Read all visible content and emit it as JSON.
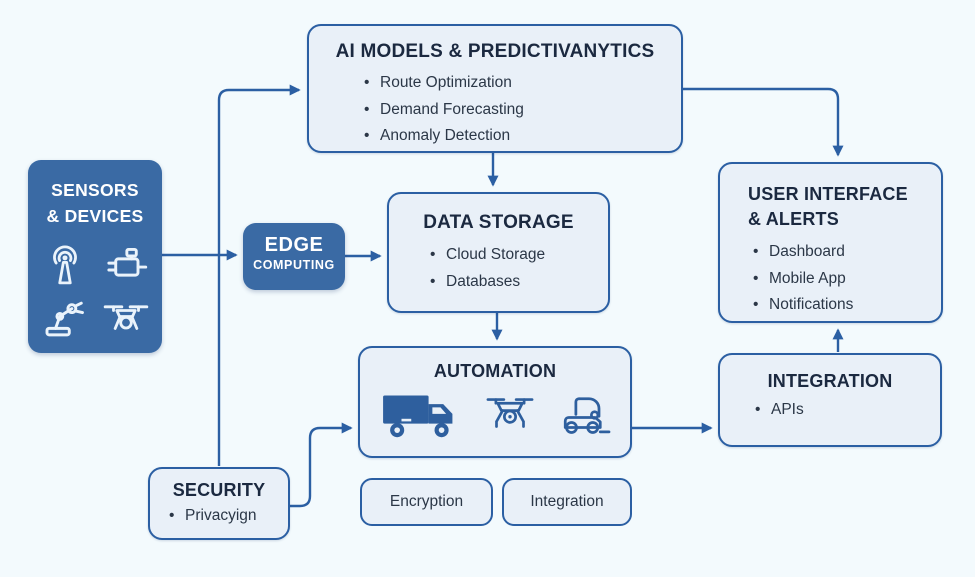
{
  "colors": {
    "bg": "#f3fafd",
    "accent_dark_fill": "#3a6aa4",
    "box_fill": "#e9f0f8",
    "box_border": "#2b5fa3",
    "title_text": "#1b2940",
    "body_text": "#2b3747",
    "arrow": "#2b5fa3",
    "icon_blue": "#2e5f9e"
  },
  "nodes": {
    "sensors": {
      "title_line1": "SENSORS",
      "title_line2": "& DEVICES",
      "icons": [
        "broadcast-antenna-icon",
        "motor-icon",
        "robot-arm-icon",
        "drone-icon"
      ]
    },
    "edge": {
      "title_line1": "EDGE",
      "title_line2": "COMPUTING"
    },
    "ai": {
      "title": "AI MODELS & PREDICTIVANYTICS",
      "items": [
        "Route Optimization",
        "Demand Forecasting",
        "Anomaly Detection"
      ]
    },
    "storage": {
      "title": "DATA STORAGE",
      "items": [
        "Cloud Storage",
        "Databases"
      ]
    },
    "ui": {
      "title_line1": "USER INTERFACE",
      "title_line2": "& ALERTS",
      "items": [
        "Dashboard",
        "Mobile App",
        "Notifications"
      ]
    },
    "automation": {
      "title": "AUTOMATION",
      "icons": [
        "truck-icon",
        "drone-icon",
        "forklift-icon"
      ]
    },
    "integration": {
      "title": "INTEGRATION",
      "items": [
        "APIs"
      ]
    },
    "security": {
      "title": "SECURITY",
      "items": [
        "Privacyign"
      ]
    },
    "chips": [
      {
        "label": "Encryption"
      },
      {
        "label": "Integration"
      }
    ]
  }
}
